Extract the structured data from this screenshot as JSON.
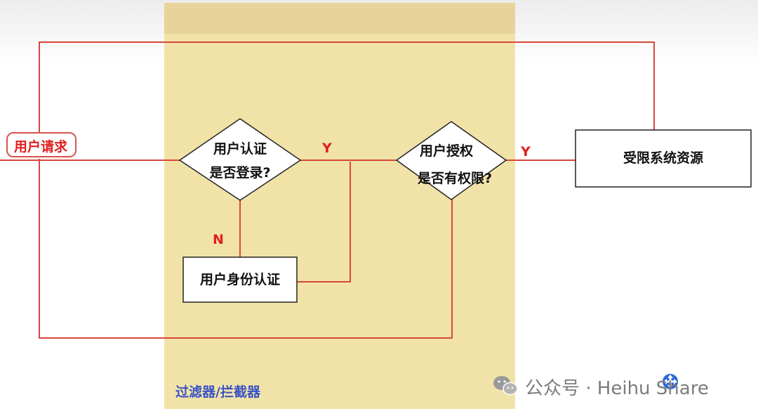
{
  "diagram": {
    "zone_label": "过滤器/拦截器",
    "request_label": "用户请求",
    "auth_check": {
      "line1": "用户认证",
      "line2": "是否登录?"
    },
    "auth_process": "用户身份认证",
    "perm_check": {
      "line1": "用户授权",
      "line2": "是否有权限?"
    },
    "resource": "受限系统资源",
    "edges": {
      "yes_1": "Y",
      "no": "N",
      "yes_2": "Y"
    }
  },
  "watermark": {
    "text": "公众号 · Heihu Share",
    "icon": "wechat-icon"
  },
  "overlay": {
    "icon": "move-cursor-icon"
  },
  "colors": {
    "zone_fill": "#f1e3a8",
    "zone_top": "#e8d39a",
    "edge": "#d9463c",
    "zone_label": "#3a53c8"
  }
}
